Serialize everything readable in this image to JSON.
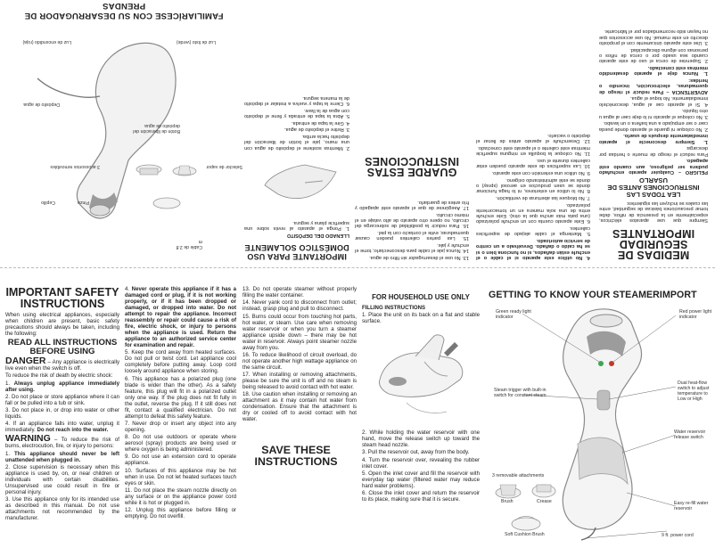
{
  "spanish": {
    "header": "FAMILIARÍCESE CON SU DESARRUGADOR DE PRENDAS",
    "col1_title": "MEDIDAS DE SEGURIDAD IMPORTANTES",
    "col1_intro": "Siempre que use aparatos eléctricos, especialmente en la presencia de niños, debe tomar precauciones básicas de seguridad, entre las cuales se incluyen las siguientes:",
    "col1_section": "LEA TODAS LAS INSTRUCCIONES ANTES DE USARLO",
    "col1_peligro": "PELIGRO – Cualquier aparato enchufado pudiera ser peligroso, aun cuando esté apagado.",
    "col1_items": [
      "Para reducir el riesgo de muerte o heridas por descarga:",
      "1. Siempre desconecte el aparato inmediatamente después de usarlo.",
      "2. No coloque ni guarde el aparato donde pueda caer o ser empujado a una bañera o un lavabo.",
      "3. No coloque el aparato ni lo deje caer al agua u otro líquido.",
      "4. Si el aparato cae al agua, desconéctelo inmediatamente. No toque el agua."
    ],
    "col1_advertencia": "ADVERTENCIA – Para reducir el riesgo de quemaduras, electrocución, incendio o heridas:",
    "col1_items2": [
      "1. Nunca deje el aparato desatendido mientras esté conectado.",
      "2. Supervise de cerca el uso de este aparato cuando sea usado por o cerca de niños o personas con alguna discapacidad.",
      "3. Use este aparato únicamente con el propósito descrito en este manual. No use accesorios que no hayan sido recomendados por el fabricante."
    ],
    "col2_items": [
      "4. No utilice este aparato si el cable o el enchufe están dañados, si no funciona bien o si se ha caído o dañado. Devuélvalo a un centro de servicio autorizado.",
      "5. Mantenga el cable alejado de superficies calientes.",
      "6. Este aparato cuenta con un enchufe polarizado (una pata más ancha que la otra). Este enchufe entra de una sola manera en un tomacorriente polarizado.",
      "7. No bloquee las aberturas de ventilación.",
      "8. No lo utilice en exteriores, ni lo haga funcionar donde se usen productos en aerosol (spray) o donde se esté administrando oxígeno.",
      "9. No utilice una extensión con este aparato.",
      "10. Las superficies de este aparato pueden estar calientes durante el uso.",
      "11. No coloque la boquilla en ninguna superficie mientras esté caliente o el aparato esté conectado.",
      "12. Desenchufe el aparato antes de llenar el depósito o vaciarlo."
    ],
    "col3_title": "GUARDE ESTAS INSTRUCCIONES",
    "col3_items": [
      "13. No use el desarrugador sin filtro de agua.",
      "14. Nunca jale el cable para desconectarlo; tome el enchufe y jale.",
      "15. Las partes calientes pueden causar quemaduras; evite el contacto con la piel.",
      "16. Para reducir la posibilidad de sobrecarga del circuito, no opere otro aparato de alto vataje en el mismo circuito.",
      "17. Asegúrese de que el aparato esté apagado y frío antes de guardarlo."
    ],
    "col4_title": "IMPORTANTE PARA USO DOMÉSTICO SOLAMENTE",
    "col4_fill": "LLENADO DEL DEPÓSITO",
    "col4_items": [
      "1. Ponga el aparato al revés sobre una superficie plana y segura.",
      "2. Mientras sostiene el depósito de agua con una mano, jale el botón de liberación del depósito hacia arriba.",
      "3. Retire el depósito de agua.",
      "4. Gire la tapa de entrada.",
      "5. Abra la tapa de entrada y llene el depósito con agua de la llave.",
      "6. Cierre la tapa y vuelva a instalar el depósito de la manera segura."
    ],
    "callouts": [
      "Luz de encendido (roja)",
      "Luz de listo (verde)",
      "Depósito de agua",
      "Botón de liberación del depósito de agua",
      "3 accesorios removibles",
      "Cepillo",
      "Pinza",
      "Cable de 2.8 m",
      "Selector de vapor"
    ]
  },
  "english": {
    "col1_title": "IMPORTANT SAFETY INSTRUCTIONS",
    "col1_intro": "When using electrical appliances, especially when children are present, basic safety precautions should always be taken, including the following:",
    "col1_read": "READ ALL INSTRUCTIONS BEFORE USING",
    "danger_word": "DANGER",
    "danger_text": " – Any appliance is electrically live even when the switch is off.",
    "danger_reduce": "To reduce the risk of death by electric shock:",
    "danger_items": [
      {
        "num": "1. ",
        "bold": "Always unplug appliance immediately after using.",
        "rest": ""
      },
      {
        "num": "2. ",
        "bold": "",
        "rest": "Do not place or store appliance where it can fall or be pulled into a tub or sink."
      },
      {
        "num": "3. ",
        "bold": "",
        "rest": "Do not place in, or drop into water or other liquids."
      },
      {
        "num": "4. ",
        "bold": "",
        "rest": "If an appliance falls into water, unplug it immediately. "
      },
      {
        "num": "",
        "bold": "Do not reach into the water.",
        "rest": ""
      }
    ],
    "warning_word": "WARNING",
    "warning_text": " – To reduce the risk of burns, electrocution, fire, or injury to persons:",
    "warning_items": [
      {
        "num": "1. ",
        "bold": "This appliance should never be left unattended when plugged in.",
        "rest": ""
      },
      {
        "num": "2. ",
        "bold": "",
        "rest": "Close supervision is necessary when this appliance is used by, on, or near children or individuals with certain disabilities. Unsupervised use could result in fire or personal injury."
      },
      {
        "num": "3. ",
        "bold": "",
        "rest": "Use this appliance only for its intended use as described in this manual. Do not use attachments not recommended by the manufacturer."
      }
    ],
    "col2_items": [
      {
        "num": "4. ",
        "bold": "Never operate this appliance if it has a damaged cord or plug, if it is not working properly, or if it has been dropped or damaged, or dropped into water. Do not attempt to repair the appliance. Incorrect reassembly or repair could cause a risk of fire, electric shock, or injury to persons when the appliance is used. Return the appliance to an authorized service center for examination and repair.",
        "rest": ""
      },
      {
        "num": "5. ",
        "bold": "",
        "rest": "Keep the cord away from heated surfaces. Do not pull or twist cord. Let appliance cool completely before putting away. Loop cord loosely around appliance when storing."
      },
      {
        "num": "6. ",
        "bold": "",
        "rest": "This appliance has a polarized plug (one blade is wider than the other). As a safety feature, this plug will fit in a polarized outlet only one way. If the plug does not fit fully in the outlet, reverse the plug. If it still does not fit, contact a qualified electrician. Do not attempt to defeat this safety feature."
      },
      {
        "num": "7. ",
        "bold": "",
        "rest": "Never drop or insert any object into any opening."
      },
      {
        "num": "8. ",
        "bold": "",
        "rest": "Do not use outdoors or operate where aerosol (spray) products are being used or where oxygen is being administered."
      },
      {
        "num": "9. ",
        "bold": "",
        "rest": "Do not use an extension cord to operate appliance."
      },
      {
        "num": "10. ",
        "bold": "",
        "rest": "Surfaces of this appliance may be hot when in use. Do not let heated surfaces touch eyes or skin."
      },
      {
        "num": "11. ",
        "bold": "",
        "rest": "Do not place the steam nozzle directly on any surface or on the appliance power cord while it is hot or plugged in."
      },
      {
        "num": "12. ",
        "bold": "",
        "rest": "Unplug this appliance before filling or emptying. Do not overfill."
      }
    ],
    "col3_items": [
      "13. Do not operate steamer without properly filling the water container.",
      "14. Never yank cord to disconnect from outlet; instead, grasp plug and pull to disconnect.",
      "15. Burns could occur from touching hot parts, hot water, or steam. Use care when removing water reservoir or when you turn a steamer appliance upside down – there may be hot water in reservoir. Always point steamer nozzle away from you.",
      "16. To reduce likelihood of circuit overload, do not operate another high wattage appliance on the same circuit.",
      "17. When installing or removing attachments, please be sure the unit is off and no steam is being released to avoid contact with hot water.",
      "18. Use caution when installing or removing an attachment as it may contain hot water from condensation. Ensure that the attachment is dry or cooled off to avoid contact with hot water."
    ],
    "save_title": "SAVE THESE INSTRUCTIONS",
    "col4_header": "FOR HOUSEHOLD USE ONLY",
    "col4_fill_head": "FILLING INSTRUCTIONS",
    "col4_step1": "1. Place the unit on its back on a flat and stable surface.",
    "col4_steps": [
      "2. While holding the water reservoir with one hand, move the release switch up toward the steam head nozzle.",
      "3. Pull the reservoir out, away from the body.",
      "4. Turn the reservoir over, revealing the rubber inlet cover.",
      "5. Open the inlet cover and fill the reservoir with everyday tap water (filtered water may reduce hard water problems).",
      "6. Close the inlet cover and return the reservoir to its place, making sure that it is secure."
    ],
    "know_title": "GETTING TO KNOW YOUR STEAMERIMPORT",
    "callouts": {
      "green": "Green ready light indicator",
      "red": "Red power light indicator",
      "trigger": "Steam trigger with built-in switch for constant steam",
      "dual": "Dual heat-flow switch to adjust temperature to Low or High",
      "release": "Water reservoir release switch",
      "attachments": "3 removable attachments",
      "brush": "Brush",
      "crease": "Crease",
      "soft": "Soft Cushion Brush",
      "refill": "Easy re-fill water reservoir",
      "cord": "9 ft. power cord"
    }
  },
  "colors": {
    "text": "#222222",
    "steamer_white": "#f3f3f3",
    "steamer_grey": "#8f8f8f",
    "accent_red": "#c0392b",
    "accent_green": "#3aa655"
  }
}
